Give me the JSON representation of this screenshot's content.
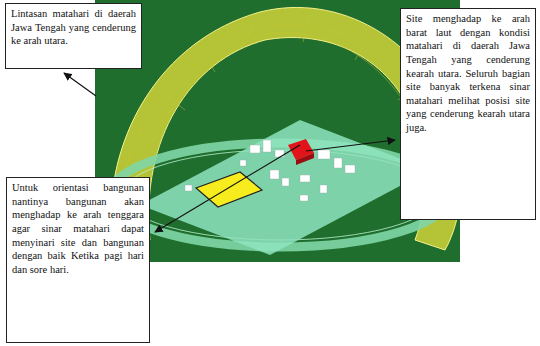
{
  "diagram": {
    "nodes": [
      {
        "text": [
          "Lintasan matahari di daerah Jawa Tengah yang cenderung ke arah utara."
        ]
      },
      {
        "text": [
          "Site menghadap ke arah barat laut dengan kondisi matahari di daerah Jawa Tengah yang cenderung kearah utara. Seluruh bagian site banyak terkena sinar matahari melihat posisi site yang cenderung kearah utara juga."
        ]
      },
      {
        "text": [
          "Untuk orientasi bangunan nantinya bangunan akan menghadap ke arah tenggara agar sinar matahari dapat menyinari site dan bangunan dengan baik Ketika pagi hari dan sore hari."
        ]
      }
    ]
  }
}
